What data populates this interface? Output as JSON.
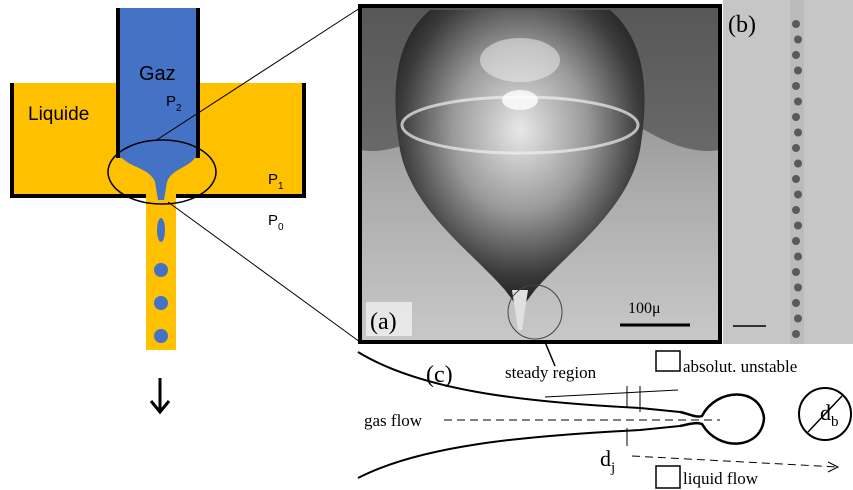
{
  "schematic": {
    "gas_label": "Gaz",
    "liquid_label": "Liquide",
    "p2_label": "P",
    "p2_sub": "2",
    "p1_label": "P",
    "p1_sub": "1",
    "p0_label": "P",
    "p0_sub": "0",
    "colors": {
      "liquid": "#FFC000",
      "gas": "#4472C4",
      "wall": "#000000"
    }
  },
  "panel_a": {
    "label": "(a)",
    "scale_label": "100μ"
  },
  "panel_b": {
    "label": "(b)"
  },
  "panel_c": {
    "label": "(c)",
    "steady_region": "steady region",
    "absolute_unstable": "absolut. unstable",
    "gas_flow": "gas flow",
    "liquid_flow": "liquid flow",
    "dj": "d",
    "dj_sub": "j",
    "db": "d",
    "db_sub": "b"
  }
}
